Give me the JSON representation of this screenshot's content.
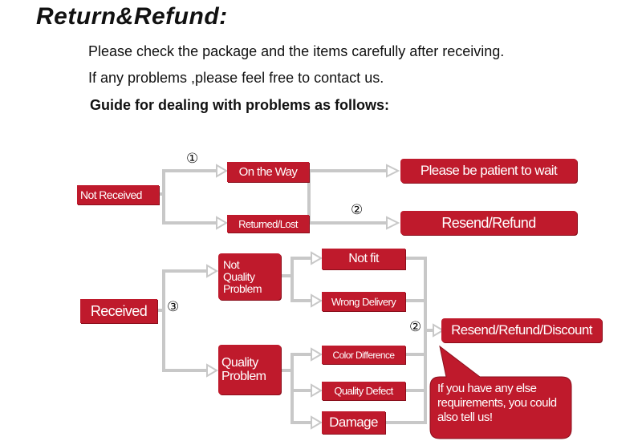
{
  "header": {
    "title": "Return&Refund:",
    "line1": "Please check the package and the items carefully after receiving.",
    "line2": "If any problems ,please feel free to contact us.",
    "guide": "Guide for dealing with problems as follows:"
  },
  "flow": {
    "not_received": "Not Received",
    "on_the_way": "On the Way",
    "returned_lost": "Returned/Lost",
    "please_wait": "Please be patient to wait",
    "resend_refund": "Resend/Refund",
    "received": "Received",
    "not_quality_problem": "Not Quality Problem",
    "quality_problem": "Quality Problem",
    "not_fit": "Not fit",
    "wrong_delivery": "Wrong Delivery",
    "color_difference": "Color Difference",
    "quality_defect": "Quality Defect",
    "damage": "Damage",
    "resend_refund_discount": "Resend/Refund/Discount",
    "bubble": "If you have any else requirements, you could also tell us!",
    "marker1": "①",
    "marker2": "②",
    "marker3": "③"
  },
  "colors": {
    "box": "#bf1a2c",
    "connector": "#c8c8c8"
  }
}
